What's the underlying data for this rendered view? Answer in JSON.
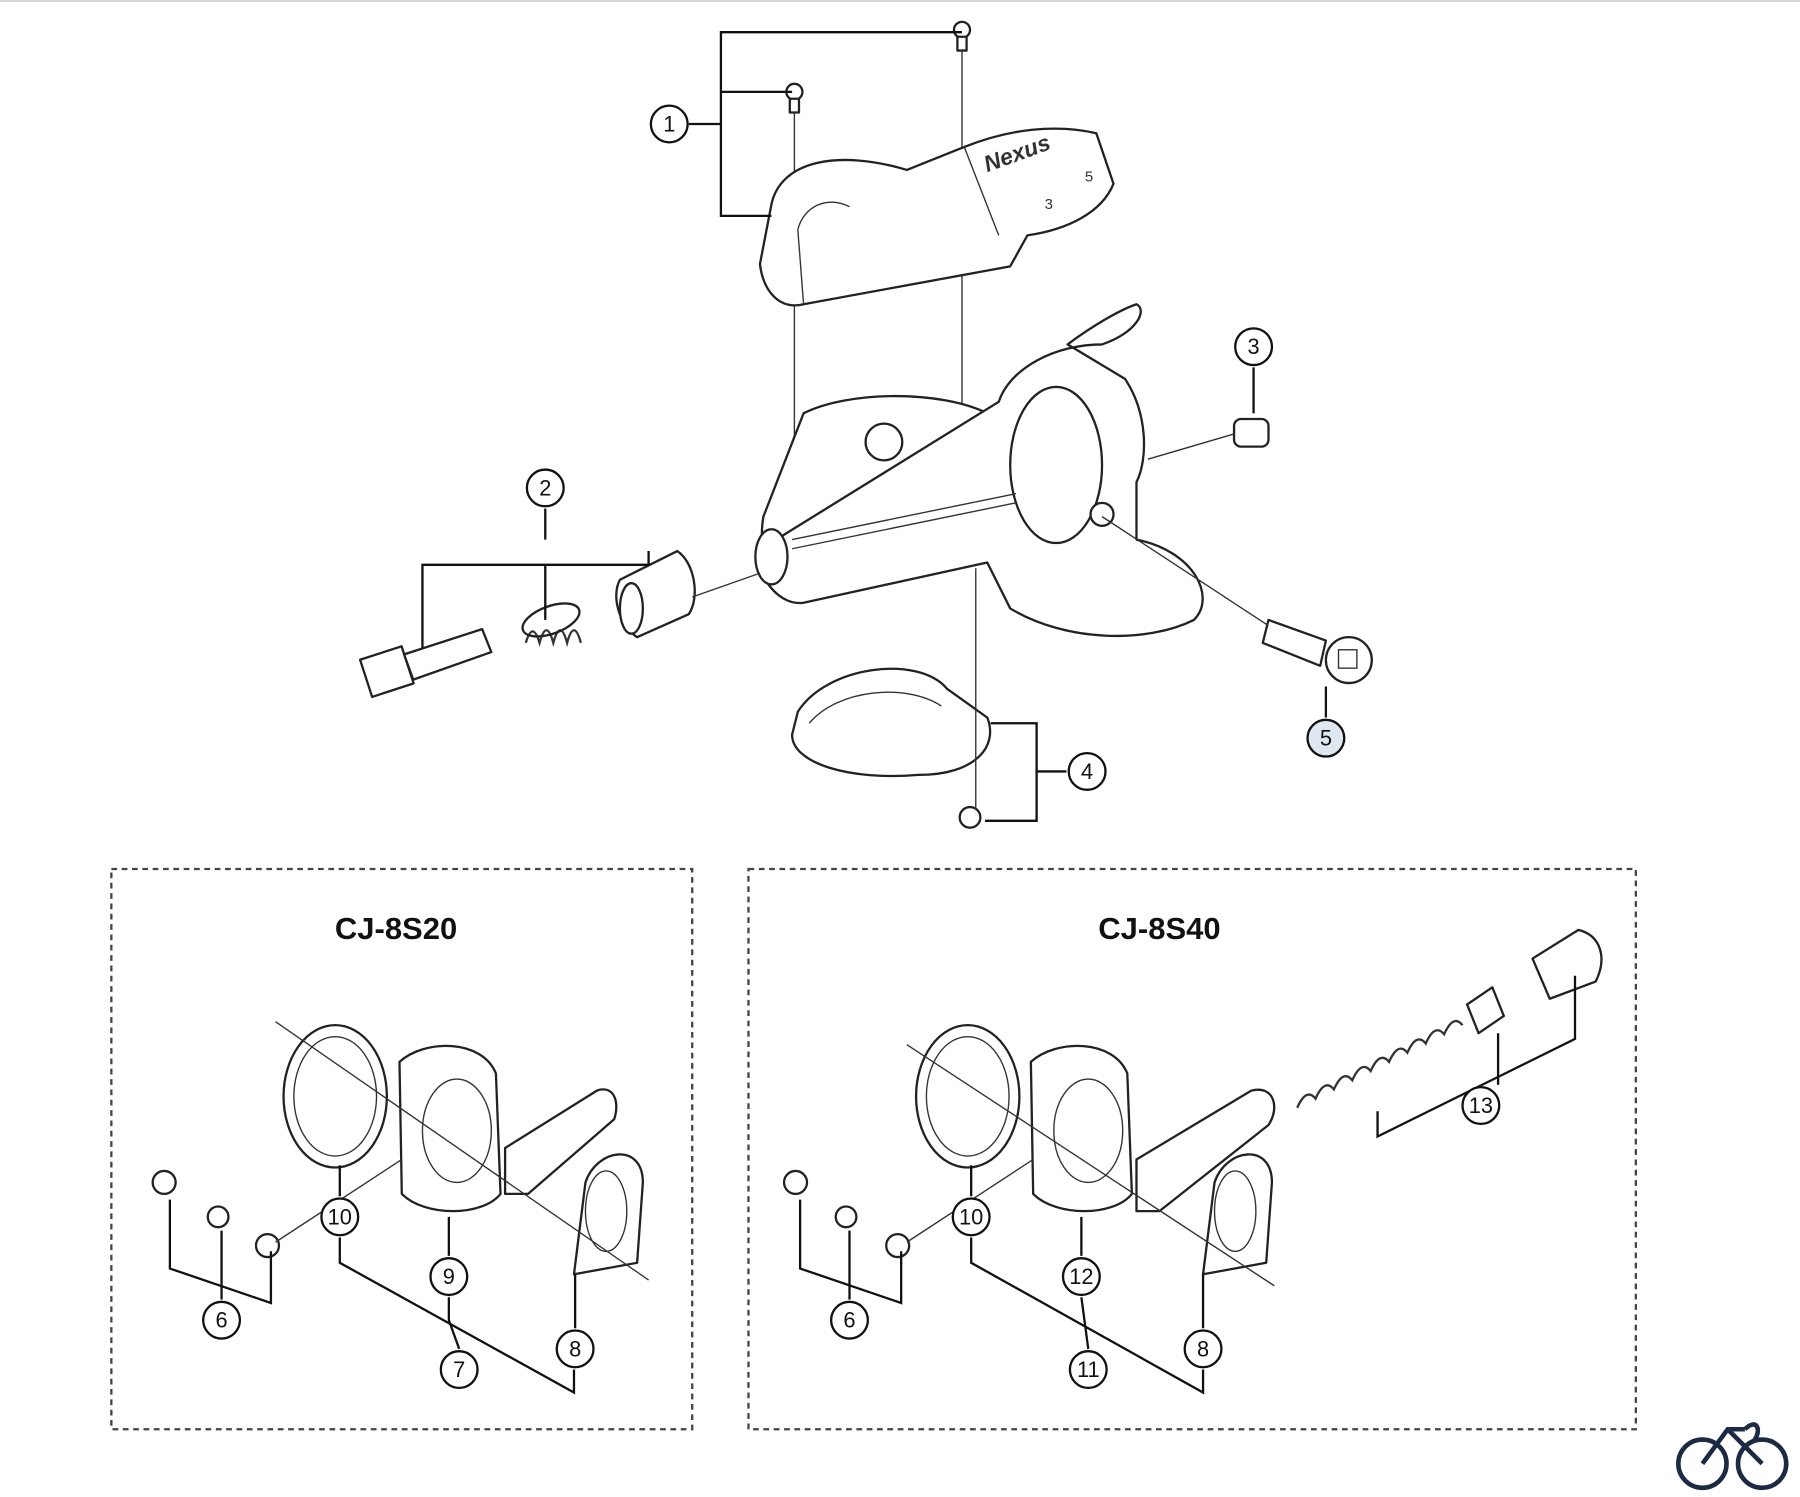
{
  "diagram": {
    "callouts_main": [
      "1",
      "2",
      "3",
      "4",
      "5"
    ],
    "panels": [
      {
        "title": "CJ-8S20",
        "callouts": [
          "6",
          "10",
          "9",
          "7",
          "8"
        ]
      },
      {
        "title": "CJ-8S40",
        "callouts": [
          "6",
          "10",
          "12",
          "11",
          "8",
          "13"
        ]
      }
    ],
    "cover_label": {
      "brand": "Nexus",
      "marks": [
        "3",
        "5"
      ]
    },
    "logo": "bicycle-logo",
    "colors": {
      "line": "#222222",
      "callout5_fill": "#dfe8f0"
    }
  }
}
